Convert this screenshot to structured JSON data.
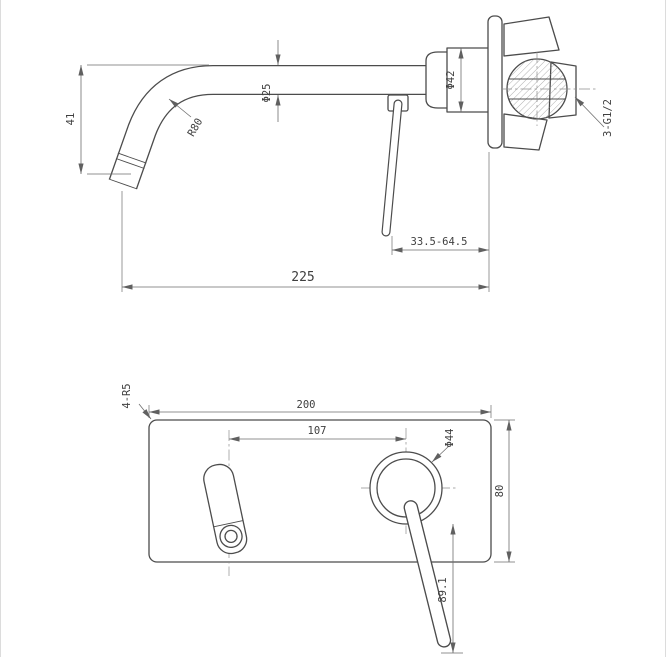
{
  "page": {
    "background": "#ffffff",
    "object_line_color": "#4c4c4c",
    "dimension_line_color": "#6e6e6e"
  },
  "top_view": {
    "dim_height": "41",
    "dim_bend_radius": "R80",
    "dim_spout_diameter": "Φ25",
    "dim_body_diameter": "Φ42",
    "dim_thread": "3-G1/2",
    "dim_wall_depth_range": "33.5-64.5",
    "dim_total_length": "225"
  },
  "front_view": {
    "dim_corner_radius": "4-R5",
    "dim_plate_width": "200",
    "dim_center_distance": "107",
    "dim_handle_diameter": "Φ44",
    "dim_plate_height": "80",
    "dim_lever_length": "89.1"
  }
}
